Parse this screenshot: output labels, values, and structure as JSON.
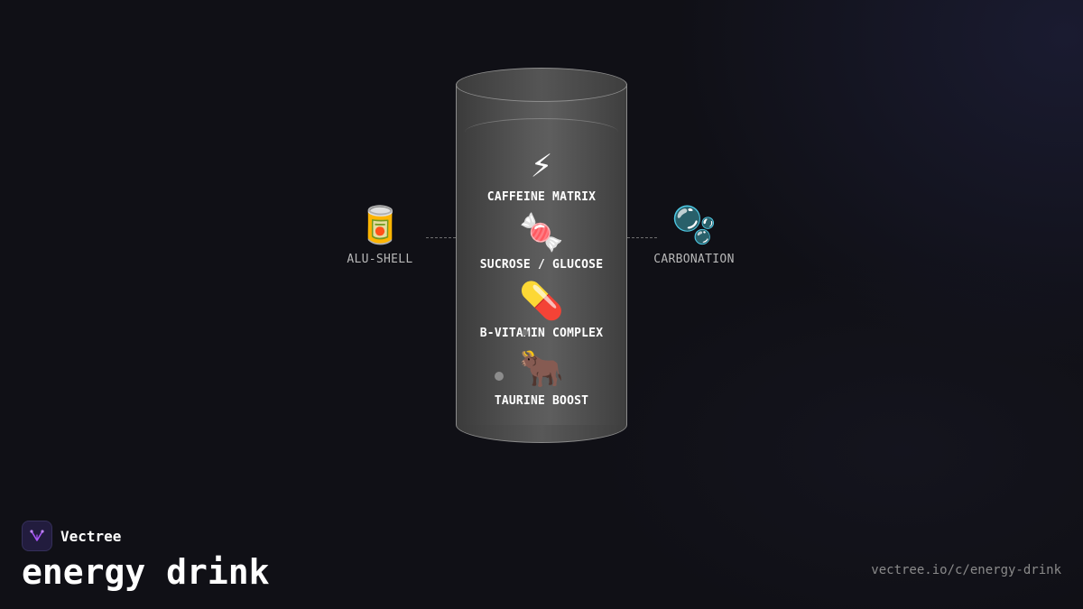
{
  "diagram": {
    "center_object": "can",
    "ingredients": [
      {
        "icon": "lightning-icon",
        "glyph": "⚡",
        "label": "CAFFEINE MATRIX"
      },
      {
        "icon": "candy-icon",
        "glyph": "🍬",
        "label": "SUCROSE / GLUCOSE"
      },
      {
        "icon": "pill-icon",
        "glyph": "💊",
        "label": "B-VITAMIN COMPLEX"
      },
      {
        "icon": "bull-icon",
        "glyph": "🐂",
        "label": "TAURINE BOOST"
      }
    ],
    "left": {
      "icon": "tin-can-icon",
      "glyph": "🥫",
      "label": "ALU-SHELL"
    },
    "right": {
      "icon": "bubbles-icon",
      "glyph": "🫧",
      "label": "CARBONATION"
    }
  },
  "footer": {
    "brand_name": "Vectree",
    "title": "energy drink",
    "url": "vectree.io/c/energy-drink"
  },
  "colors": {
    "background": "#101016",
    "can_body": "#5a5a5a",
    "brand_logo_bg": "#221c3e",
    "brand_logo_accent": "#a855f7"
  }
}
